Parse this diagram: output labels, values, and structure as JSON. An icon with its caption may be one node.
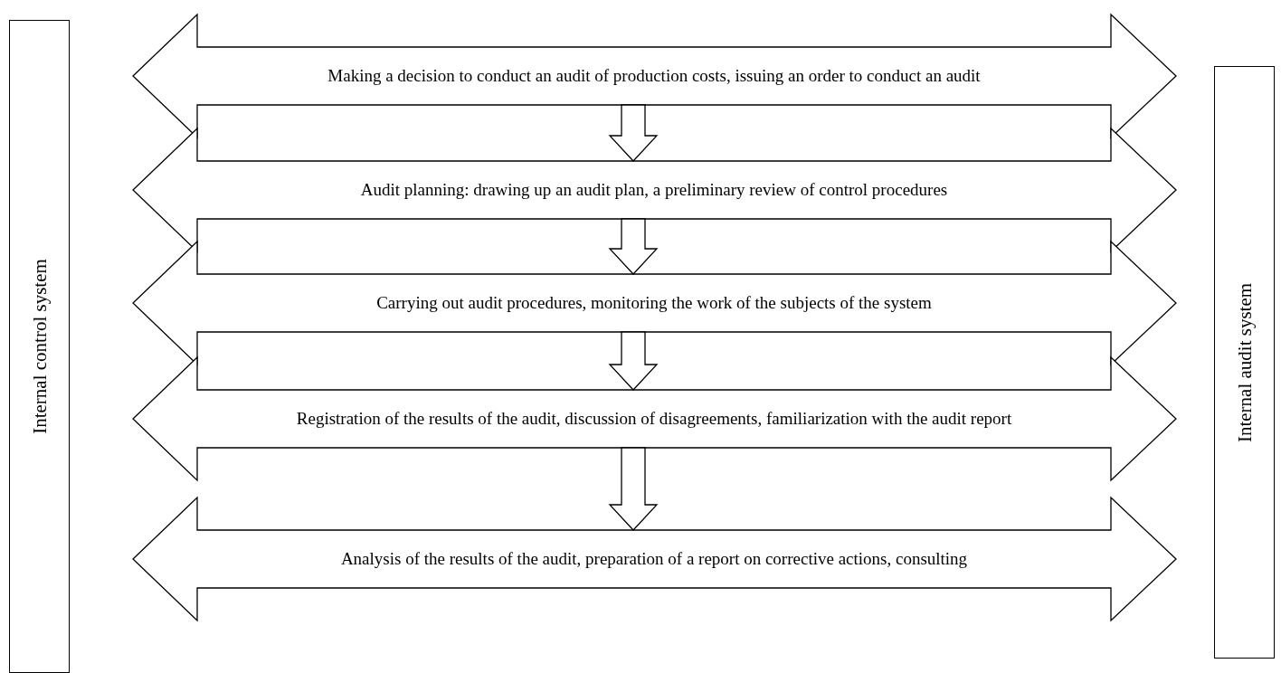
{
  "diagram": {
    "nodes": [
      {
        "text": [
          "Internal control system"
        ]
      },
      {
        "text": [
          "Making a decision to conduct an audit of production costs, issuing an order to conduct an audit"
        ]
      },
      {
        "text": [
          "Audit planning: drawing up an audit plan, a preliminary review of control procedures"
        ]
      },
      {
        "text": [
          "Carrying out audit procedures, monitoring the work of the subjects of the system"
        ]
      },
      {
        "text": [
          "Registration of the results of the audit, discussion of disagreements, familiarization with the audit report"
        ]
      },
      {
        "text": [
          "Analysis of the results of the audit, preparation of a report on corrective actions, consulting"
        ]
      },
      {
        "text": [
          "Internal audit system"
        ]
      }
    ],
    "edges": [
      {
        "from": 1,
        "to": 2,
        "arrow": "to"
      },
      {
        "from": 2,
        "to": 3,
        "arrow": "to"
      },
      {
        "from": 3,
        "to": 4,
        "arrow": "to"
      },
      {
        "from": 4,
        "to": 5,
        "arrow": "to"
      }
    ]
  }
}
